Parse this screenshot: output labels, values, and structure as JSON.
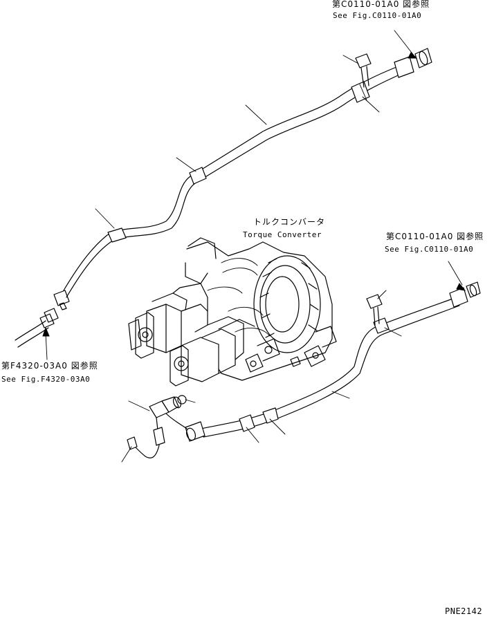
{
  "labels": {
    "ref_top_right_jp": "第C0110-01A0 図参照",
    "ref_top_right_en": "See Fig.C0110-01A0",
    "ref_mid_right_jp": "第C0110-01A0 図参照",
    "ref_mid_right_en": "See Fig.C0110-01A0",
    "ref_left_jp": "第F4320-03A0 図参照",
    "ref_left_en": "See Fig.F4320-03A0",
    "torque_converter_jp": "トルクコンバータ",
    "torque_converter_en": "Torque Converter",
    "drawing_number": "PNE2142"
  },
  "colors": {
    "line": "#000000",
    "background": "#ffffff"
  }
}
